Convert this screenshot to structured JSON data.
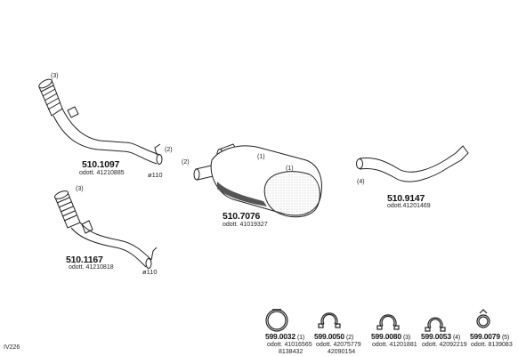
{
  "parts": [
    {
      "code": "510.1097",
      "odd": "odott. 41210885",
      "diameter": "ø110",
      "callouts": [
        "(3)",
        "(2)"
      ]
    },
    {
      "code": "510.1167",
      "odd": "odott. 41210818",
      "diameter": "ø110",
      "callouts": [
        "(3)"
      ]
    },
    {
      "code": "510.7076",
      "odd": "odott. 41019327",
      "callouts": [
        "(2)",
        "(1)",
        "(1)"
      ]
    },
    {
      "code": "510.9147",
      "odd": "odott.41201469",
      "callouts": [
        "(4)"
      ]
    }
  ],
  "clamps": [
    {
      "code": "599.0032",
      "qty": "(1)",
      "odd1": "odott. 41016565",
      "odd2": "8138432"
    },
    {
      "code": "599.0050",
      "qty": "(2)",
      "odd1": "odott. 42075779",
      "odd2": "42090154"
    },
    {
      "code": "599.0080",
      "qty": "(3)",
      "odd1": "odott. 41201881"
    },
    {
      "code": "599.0053",
      "qty": "(4)",
      "odd1": "odott. 42092219"
    },
    {
      "code": "599.0079",
      "qty": "(5)",
      "odd1": "odott. 8139083"
    }
  ],
  "footer": {
    "label": "IV226"
  },
  "colors": {
    "line": "#222222",
    "shade": "#555555"
  }
}
